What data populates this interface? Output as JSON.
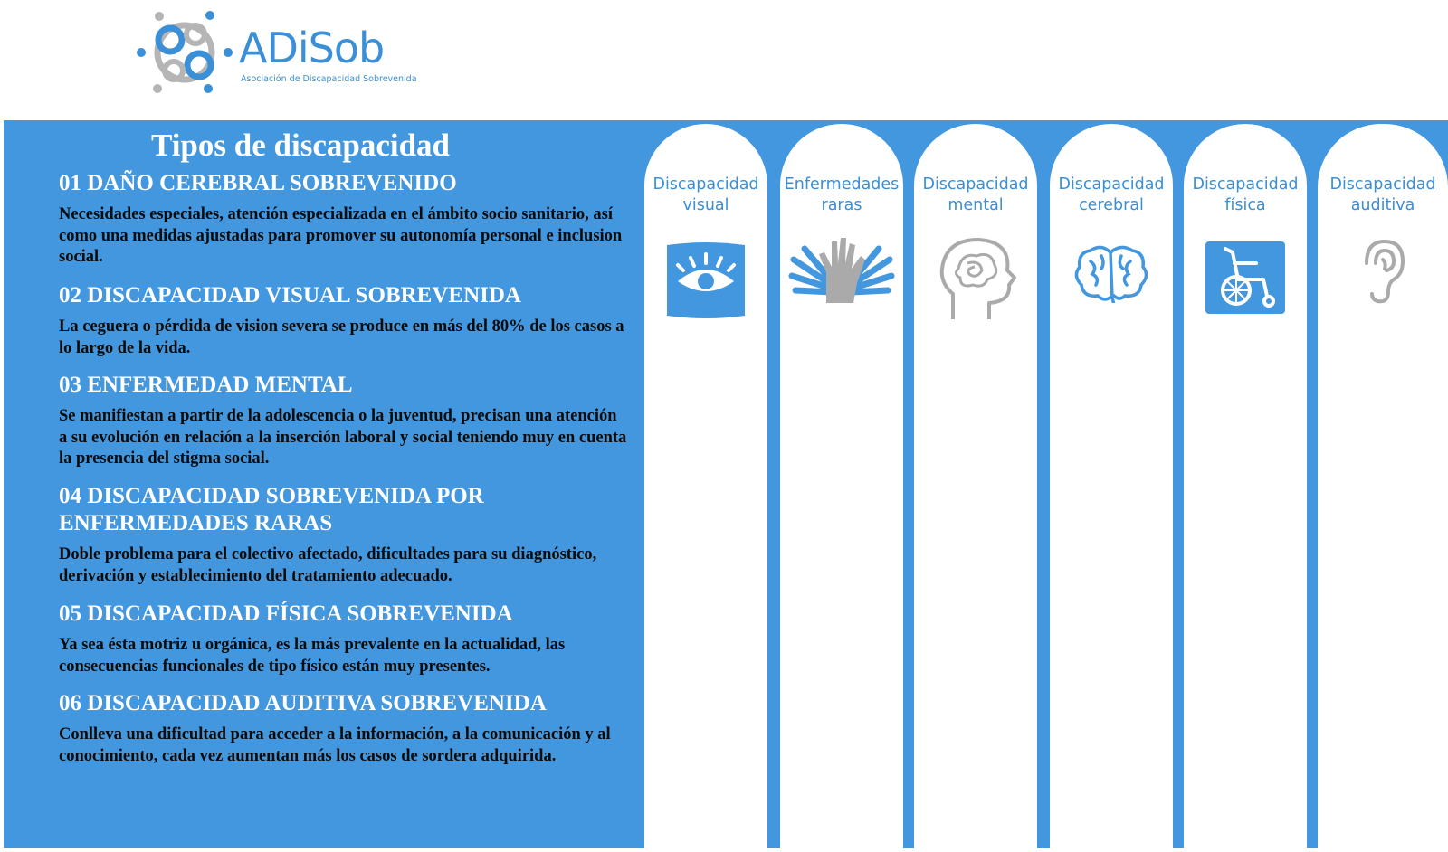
{
  "brand": {
    "name": "ADiSob",
    "tagline": "Asociación de Discapacidad Sobrevenida",
    "color_primary": "#4397de",
    "color_text": "#3a8fd6",
    "color_grey": "#b5b5b5"
  },
  "panel": {
    "title": "Tipos de discapacidad",
    "sections": [
      {
        "heading": "01 DAÑO CEREBRAL SOBREVENIDO",
        "body": "Necesidades especiales, atención especializada en el ámbito socio sanitario, así como una medidas ajustadas para promover su autonomía personal e inclusion social."
      },
      {
        "heading": "02 DISCAPACIDAD VISUAL SOBREVENIDA",
        "body": "La ceguera o pérdida de vision severa se produce en más del 80% de los casos a lo largo de la vida."
      },
      {
        "heading": "03 ENFERMEDAD MENTAL",
        "body": "Se manifiestan a partir de la adolescencia o la juventud, precisan una atención a su evolución en relación a la inserción laboral y social teniendo muy en cuenta la presencia del stigma social."
      },
      {
        "heading": "04 DISCAPACIDAD SOBREVENIDA POR ENFERMEDADES RARAS",
        "body": "Doble problema para el colectivo afectado, dificultades para su diagnóstico, derivación y establecimiento del tratamiento adecuado."
      },
      {
        "heading": "05 DISCAPACIDAD FÍSICA SOBREVENIDA",
        "body": "Ya sea ésta motriz u orgánica, es la más prevalente en la actualidad, las consecuencias funcionales de tipo físico están muy presentes."
      },
      {
        "heading": "06 DISCAPACIDAD AUDITIVA SOBREVENIDA",
        "body": "Conlleva una dificultad para acceder a la información, a la comunicación y al conocimiento, cada vez aumentan más los casos de sordera adquirida."
      }
    ]
  },
  "columns": [
    {
      "label_1": "Discapacidad",
      "label_2": "visual",
      "icon": "eye-icon"
    },
    {
      "label_1": "Enfermedades",
      "label_2": "raras",
      "icon": "hands-icon"
    },
    {
      "label_1": "Discapacidad",
      "label_2": "mental",
      "icon": "head-mind-icon"
    },
    {
      "label_1": "Discapacidad",
      "label_2": "cerebral",
      "icon": "brain-icon"
    },
    {
      "label_1": "Discapacidad",
      "label_2": "física",
      "icon": "wheelchair-icon"
    },
    {
      "label_1": "Discapacidad",
      "label_2": "auditiva",
      "icon": "ear-icon"
    }
  ]
}
